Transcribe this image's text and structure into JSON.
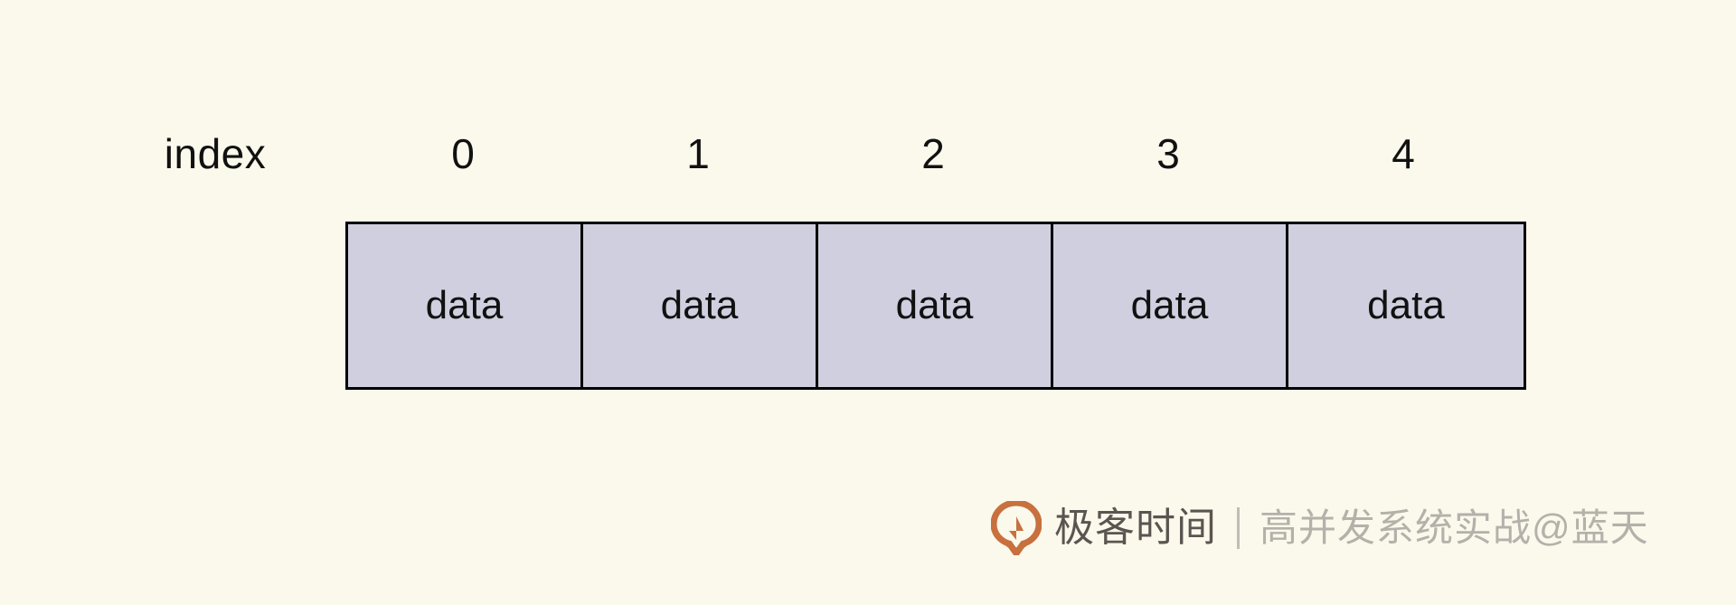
{
  "diagram": {
    "row_label": "index",
    "indices": [
      "0",
      "1",
      "2",
      "3",
      "4"
    ],
    "cells": [
      {
        "value": "data"
      },
      {
        "value": "data"
      },
      {
        "value": "data"
      },
      {
        "value": "data"
      },
      {
        "value": "data"
      }
    ]
  },
  "watermark": {
    "logo_icon": "geekbang-ring-logo-icon",
    "brand": "极客时间",
    "separator": "|",
    "tagline": "高并发系统实战@蓝天"
  },
  "colors": {
    "background": "#FBF8EC",
    "cell_fill": "#CFCFDF",
    "cell_border": "#000000",
    "text": "#111111",
    "logo_orange": "#C8703E",
    "brand_text": "#5A5550",
    "tagline_text": "#B3B1AA"
  }
}
